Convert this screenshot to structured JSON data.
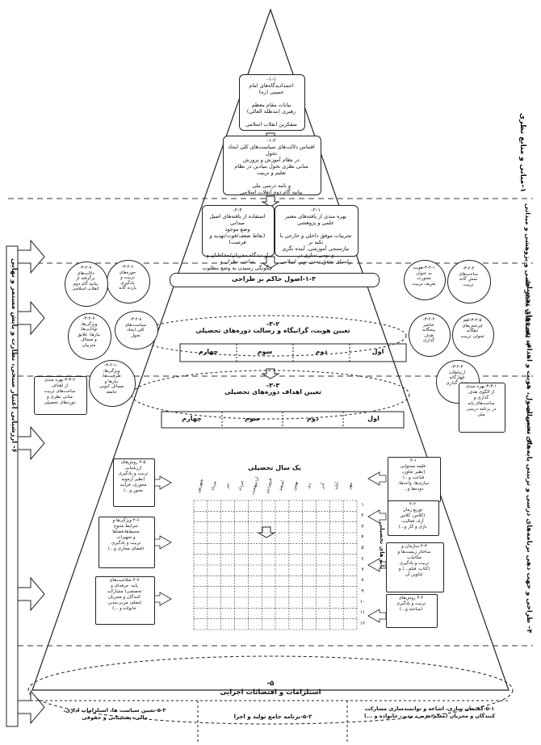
{
  "layers": {
    "l1": "۱–مبانی و منابع نظری",
    "l2": "۲- یافته‌های معتبر علمی و پژوهشی و میدانی",
    "l3": "۳– تعیین اصول، هویت و اهداف دوره‌های تحصیلی",
    "l4": "۴– طراحی و جهت دهی برنامه‌های درسی و تربیتی پایه‌های تحصیلی",
    "l6": "۶- ارزشیابی اعتبار سنجی، نظارت و پایش مستمر و نهایی"
  },
  "top": {
    "b11": "۱-۱-\nاحمدادیدگاه‌های امام\nخمینی (ره)\n\nبیانات مقام معظم\nرهبری (مدظله العالی)\n\nمتفکرین انقلاب اسلامی",
    "b12": "۱-۲-\nاقتباس دلالت‌های سیاست‌های کلی ایجاد تحول\nدر نظام آموزش و پرورش\nمبانی نظری تحول بنیادین در نظام\nتعلیم و تربیت\n\nو نامه درسی ملی\nبیانیه گام دوم انقلاب اسلامی",
    "b21": "۲-۱-\nبهره مندی از یافته‌های معتبر\nعلمی و پژوهشی\n\nتجربیات موفق داخلی و خارجی با\nتکیه بر\nنیازسنجی آموزشی، آینده نگری\nو بومی سازی در\nراستای تحقق تمدن نوین اسلامی",
    "b22": "۲-۲-\nاستفاده از یافته‌های اصیل میدانی\nوضع موجود\n(نقاط ضعف/قوت/تهدید و فرصت)\n\nاز دیدگاه مجریان/مخاطبان و\nصاحب نظران و\nچگونگی رسیدن به وضع مطلوب"
  },
  "principles": "۱-۳-اصول حاکم بر طراحی",
  "identity": "۳-۲-\nتعیین هویت، گرانیگاه و رسالت دوره‌های تحصیلی",
  "goals": "۳-۳-\nتعیین اهداف دوره‌های تحصیلی",
  "periods": [
    "اول",
    "دوم",
    "سوم",
    "چهارم"
  ],
  "left_bubbles": [
    {
      "id": "b326",
      "text": "۳-۲-۶-\nحوزه‌های\nتربیت و\nیادگیری\nیازده گانه"
    },
    {
      "id": "b327",
      "text": "۳-۲-۷-\nدلالت‌های\nبرگرفته از\nبیانیه گام دوم\nانقلاب اسلامی"
    },
    {
      "id": "b328",
      "text": "۳-۲-۸-\nسیاست‌های\nکلی ایجاد\nتحول"
    },
    {
      "id": "b329",
      "text": "۳-۲-۹-\nویژگی‌ها،\nتوانایی‌ها،\nنیازها، علایق\nو مسائل\nمتربیان"
    },
    {
      "id": "b3210",
      "text": "۳-۲-۱۰-\nویژگی‌ها،\nظرفیت‌ها،\nنیازها و\nمسائل کنونی\nجامعه"
    }
  ],
  "left_goal_box": "۳-۳-۲-بهره مندی\nاز اهداف\nساحت‌های تربیت\nمبانی نظری و\nدوره‌های تحصیلی",
  "right_bubbles": [
    {
      "id": "b321",
      "text": "۳-۲-۱-هویت\nبه عنوان\nمحورت\nتعریف تربیت"
    },
    {
      "id": "b324",
      "text": "۳-۲-۴-\nساحت‌های\nشش گانه\nتربیت"
    },
    {
      "id": "b322",
      "text": "۳-۲-۲-\nعناصر\nپنجگانه\nهدف\nگذاری"
    },
    {
      "id": "b325",
      "text": "۳-۲-۵-اهم\nچرخش‌های\nدهگانه\nتحولی تربیت"
    },
    {
      "id": "b323",
      "text": "۳-۲-۳-\nارتباطات\nچهارگانه\nهدف گذاری"
    }
  ],
  "right_goal_box": "۳-۳-۱-بهره مندی\nاز الگوی هدف\nگذاری و\nساحت‌های پایه\nدر برنامه درسی\nملی",
  "year": "یک سال تحصیلی",
  "grade_label": "پایه های تحصیلی",
  "months": [
    "مهر",
    "آبان",
    "آذر",
    "دی",
    "بهمن",
    "اسفند",
    "فروردین",
    "اردیبهشت",
    "خرداد",
    "تیر",
    "مرداد",
    "شهریور"
  ],
  "grades": [
    "۱",
    "۲",
    "۳",
    "۴",
    "۵",
    "۶",
    "۷",
    "۸",
    "۹",
    "۱۰",
    "۱۱",
    "۱۲"
  ],
  "right_boxes": [
    "۴-۱\n-قلمه محتوایی\n(نظیر تعاون،\nقناعت و...)\nسازی‌ها، واحدها،\nدوده‌ها و...",
    "۴-۲\nتوزیع زمان\n(کلاس، کلاس\nآزاد، فعالیت\nبازی و کار و...)",
    "۴-۳ سازمان و\nساختار زیست‌ها و\nمکانیاب\nتربیت و یادگیری\n(کتاب، فیلم...) و\nعناوین آن",
    "۴-۴ روش‌های\nتربیت و یادگیری\n(مباحثه و...)"
  ],
  "left_boxes": [
    "۴-۵ روش‌های\nارزشیابی\nتربیت و یادگیری\n(نظیر آزمونه\nمحوری، فرآیند\nمحور و...)",
    "۴-۶ ویژگی‌ها و\nشرایط متنوع\nمحیط‌ها،فضاها\nو تجهیزات\nتربیت و یادگیری\n(فضای مجازی و...)",
    "۴-۷ صلاحیت‌های\nپایه، حرفه‌ای و\nتخصصی( مشارکت\nکنندگان و مجریان\n(معلم، مربی،مدیر،\nخانواده و ...)"
  ],
  "implementation": "۵-\nاستلزامات و اقتضائات اجرایی",
  "impl_items": [
    "۵-۱-گفتمان سازی، اشاعه و توانمندسازی مشارکت\nکنندگان و مجریان (معلم،مربی، مدیر، خانواده و ...)",
    "۵-۲-برنامه جامع تولید و اجرا",
    "۵-۳-تعیین سیاست ها، استلزامات اداری،\nمالی، پشتیبانی و حقوقی"
  ]
}
